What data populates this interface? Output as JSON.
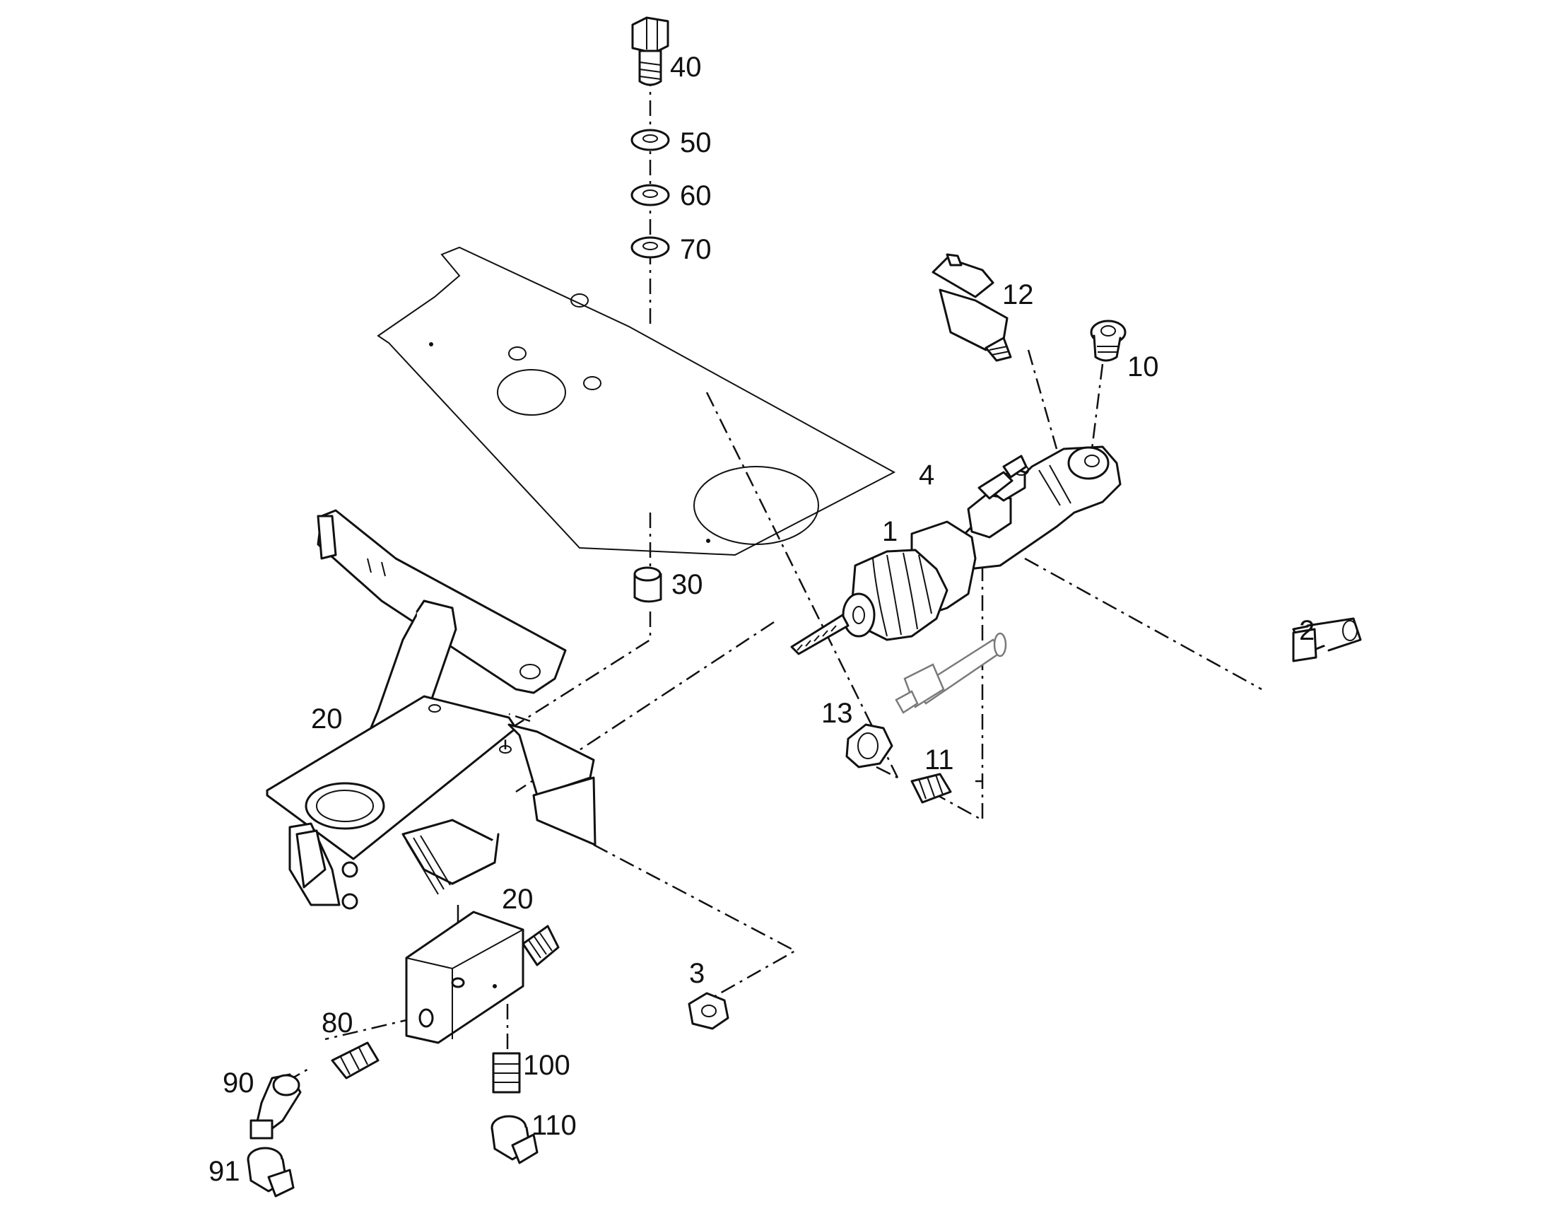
{
  "callouts": {
    "c40": "40",
    "c50": "50",
    "c60": "60",
    "c70": "70",
    "c12": "12",
    "c10": "10",
    "c4": "4",
    "c1": "1",
    "c30": "30",
    "c2": "2",
    "c20a": "20",
    "c13": "13",
    "c11": "11",
    "c20b": "20",
    "c3": "3",
    "c80": "80",
    "c100": "100",
    "c90": "90",
    "c110": "110",
    "c91": "91"
  },
  "colors": {
    "line": "#111111",
    "ghost": "#7a7a7a",
    "background": "#ffffff"
  }
}
